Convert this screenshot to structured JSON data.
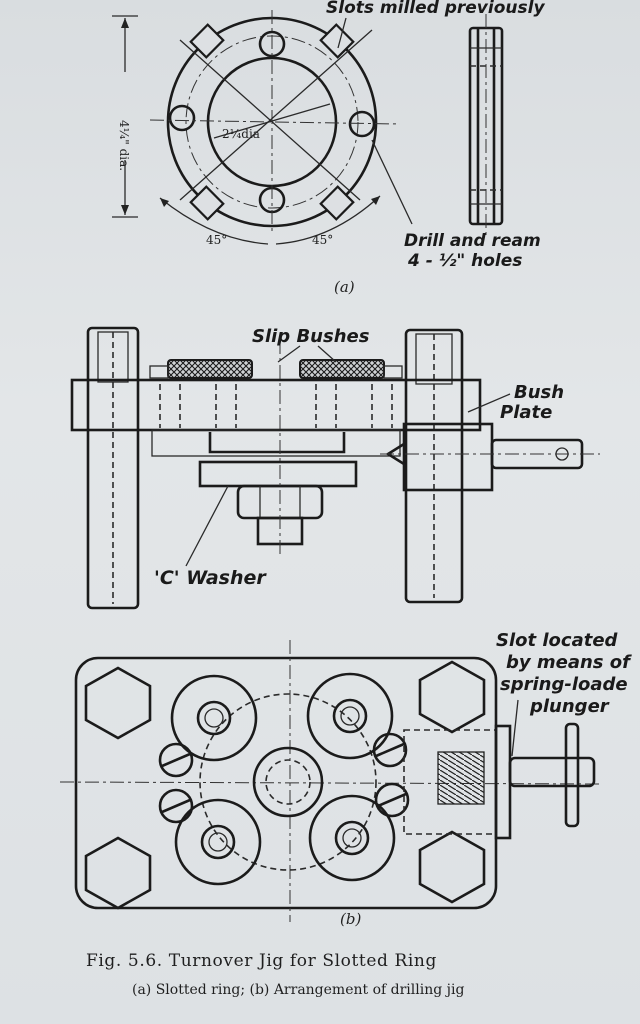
{
  "part_a": {
    "label_slots": "Slots milled previously",
    "label_dia_outer": "4¼\" dia.",
    "label_dia_inner": "2¼dia",
    "label_angle_left": "45°",
    "label_angle_right": "45°",
    "label_drill_line1": "Drill and ream",
    "label_drill_line2": "4 - ½\" holes",
    "sublabel": "(a)"
  },
  "part_b": {
    "label_slip_bushes": "Slip Bushes",
    "label_bush": "Bush",
    "label_plate": "Plate",
    "label_c_washer": "'C' Washer",
    "label_slot_line1": "Slot located",
    "label_slot_line2": "by means of",
    "label_slot_line3": "spring-loade",
    "label_slot_line4": "plunger",
    "sublabel": "(b)"
  },
  "caption": {
    "title": "Fig. 5.6.  Turnover Jig for Slotted Ring",
    "subtitle": "(a) Slotted ring; (b) Arrangement of drilling jig"
  }
}
